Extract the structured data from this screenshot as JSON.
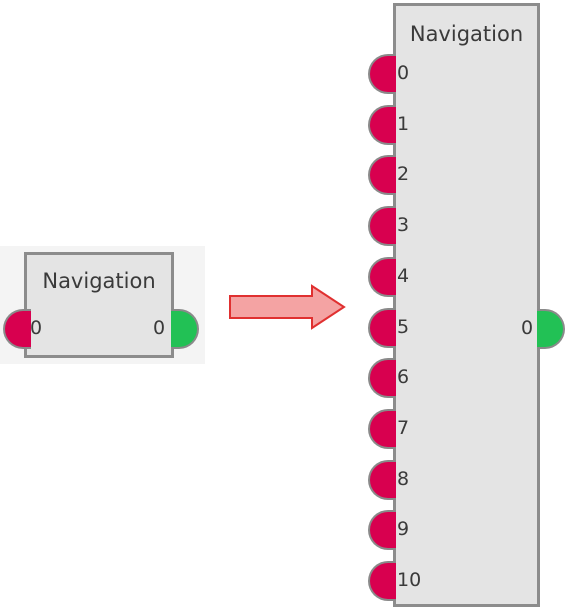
{
  "colors": {
    "node_fill": "#e4e4e4",
    "node_border": "#8c8c8c",
    "input_port": "#d8004f",
    "output_port": "#22c155",
    "arrow_fill": "#f4a3a3",
    "arrow_stroke": "#e03030"
  },
  "small_node": {
    "title": "Navigation",
    "inputs": [
      "0"
    ],
    "outputs": [
      "0"
    ]
  },
  "arrow": {
    "icon": "right-arrow-icon"
  },
  "large_node": {
    "title": "Navigation",
    "inputs": [
      "0",
      "1",
      "2",
      "3",
      "4",
      "5",
      "6",
      "7",
      "8",
      "9",
      "10"
    ],
    "outputs": [
      "0"
    ]
  }
}
